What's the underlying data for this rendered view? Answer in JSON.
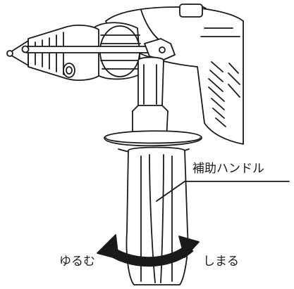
{
  "labels": {
    "auxiliary_handle": "補助ハンドル",
    "loosen": "ゆるむ",
    "tighten": "しまる"
  },
  "colors": {
    "line": "#1a1a1a",
    "fill": "#ffffff"
  }
}
